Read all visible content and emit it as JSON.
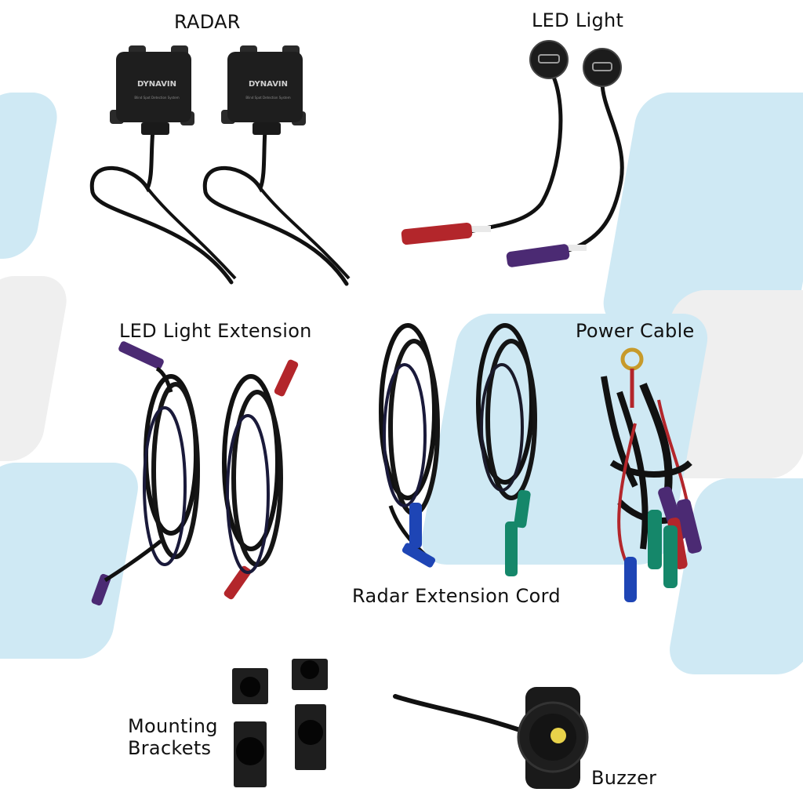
{
  "labels": {
    "radar": "RADAR",
    "led_light": "LED Light",
    "led_light_extension": "LED Light Extension",
    "power_cable": "Power Cable",
    "radar_extension_cord": "Radar Extension Cord",
    "mounting_brackets_line1": "Mounting",
    "mounting_brackets_line2": "Brackets",
    "buzzer": "Buzzer"
  },
  "radar_box": {
    "brand": "DYNAVIN",
    "subtitle": "Blind Spot Detection System"
  },
  "colors": {
    "background_tile_blue": "#cfe9f4",
    "background_tile_gray": "#eeeeee",
    "cable": "#111111",
    "connector_red": "#b3262b",
    "connector_purple": "#4b2a73",
    "connector_blue": "#1e45b5",
    "connector_green": "#15876a",
    "buzzer_dot": "#e8d24a"
  },
  "icons": {
    "led_left": "car-side-icon",
    "led_right": "car-rear-icon"
  }
}
